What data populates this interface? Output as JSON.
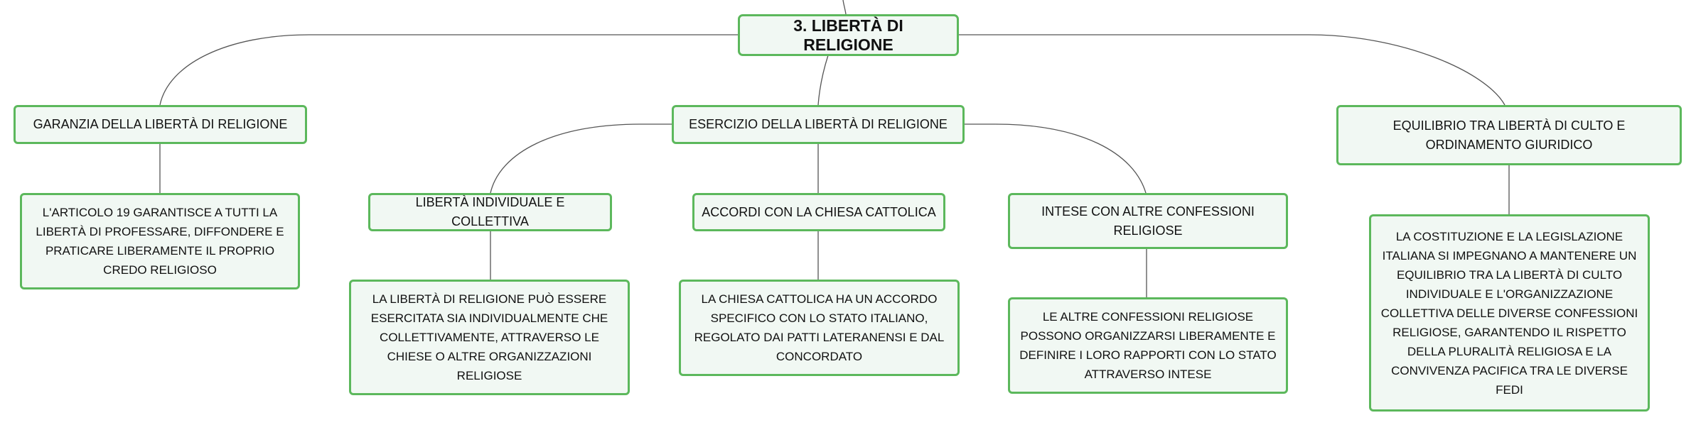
{
  "colors": {
    "node_border": "#5cb85c",
    "node_fill": "#f1f8f3",
    "connector": "#555555",
    "text": "#111111"
  },
  "map": {
    "root": "3. LIBERTÀ DI RELIGIONE",
    "branches": [
      {
        "title": "GARANZIA DELLA LIBERTÀ DI RELIGIONE",
        "detail": "L'ARTICOLO 19 GARANTISCE A TUTTI LA LIBERTÀ DI PROFESSARE, DIFFONDERE E PRATICARE LIBERAMENTE IL PROPRIO CREDO RELIGIOSO"
      },
      {
        "title": "ESERCIZIO DELLA LIBERTÀ DI RELIGIONE",
        "children": [
          {
            "title": "LIBERTÀ INDIVIDUALE E COLLETTIVA",
            "detail": "LA LIBERTÀ DI RELIGIONE PUÒ ESSERE ESERCITATA SIA INDIVIDUALMENTE CHE COLLETTIVAMENTE, ATTRAVERSO LE CHIESE O ALTRE ORGANIZZAZIONI RELIGIOSE"
          },
          {
            "title": "ACCORDI CON LA CHIESA CATTOLICA",
            "detail": "LA CHIESA CATTOLICA HA UN ACCORDO SPECIFICO CON LO STATO ITALIANO, REGOLATO DAI PATTI LATERANENSI E DAL CONCORDATO"
          },
          {
            "title": "INTESE CON ALTRE CONFESSIONI RELIGIOSE",
            "detail": "LE ALTRE CONFESSIONI RELIGIOSE POSSONO ORGANIZZARSI LIBERAMENTE E DEFINIRE I LORO RAPPORTI CON LO STATO ATTRAVERSO INTESE"
          }
        ]
      },
      {
        "title": "EQUILIBRIO TRA LIBERTÀ DI CULTO E ORDINAMENTO GIURIDICO",
        "detail": "LA COSTITUZIONE E LA LEGISLAZIONE ITALIANA SI IMPEGNANO A MANTENERE UN EQUILIBRIO TRA LA LIBERTÀ DI CULTO INDIVIDUALE E L'ORGANIZZAZIONE COLLETTIVA DELLE DIVERSE CONFESSIONI RELIGIOSE, GARANTENDO IL RISPETTO DELLA PLURALITÀ RELIGIOSA E LA CONVIVENZA PACIFICA TRA LE DIVERSE FEDI"
      }
    ]
  }
}
